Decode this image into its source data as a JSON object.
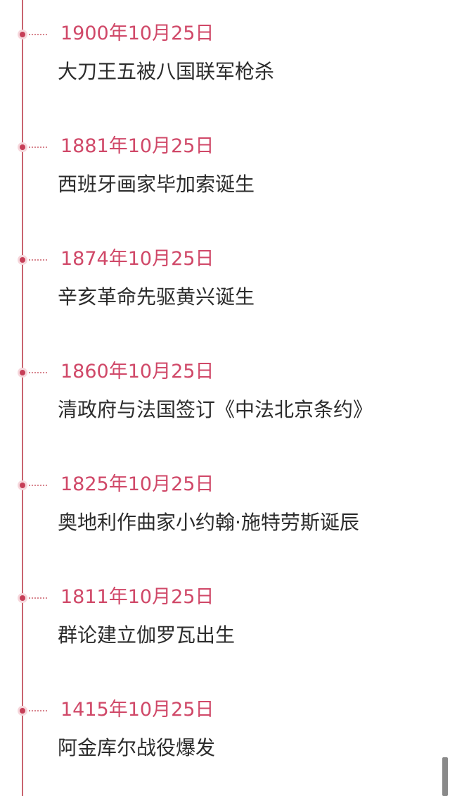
{
  "events": [
    {
      "date": "1900年10月25日",
      "title": "大刀王五被八国联军枪杀"
    },
    {
      "date": "1881年10月25日",
      "title": "西班牙画家毕加索诞生"
    },
    {
      "date": "1874年10月25日",
      "title": "辛亥革命先驱黄兴诞生"
    },
    {
      "date": "1860年10月25日",
      "title": "清政府与法国签订《中法北京条约》"
    },
    {
      "date": "1825年10月25日",
      "title": "奥地利作曲家小约翰·施特劳斯诞辰"
    },
    {
      "date": "1811年10月25日",
      "title": "群论建立伽罗瓦出生"
    },
    {
      "date": "1415年10月25日",
      "title": "阿金库尔战役爆发"
    }
  ],
  "colors": {
    "line": "#c9636f",
    "dot": "#c63e57",
    "date_text": "#d04868",
    "title_text": "#2c2c2c"
  }
}
